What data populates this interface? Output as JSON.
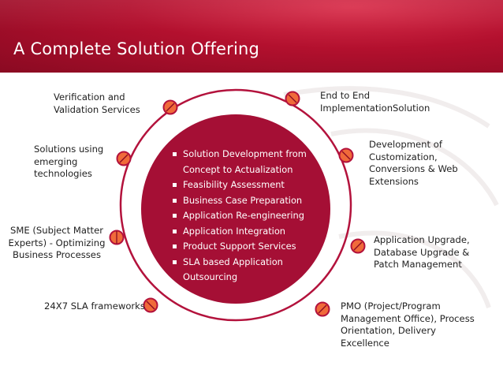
{
  "slide": {
    "title": "A Complete Solution Offering",
    "colors": {
      "banner": "#b3102e",
      "center_circle": "#a50f35",
      "ring": "#b3123c",
      "node_fill": "#f06a3a"
    }
  },
  "center": {
    "items": [
      "Solution Development from",
      "Concept to Actualization",
      "Feasibility Assessment",
      "Business Case Preparation",
      "Application Re-engineering",
      "Application Integration",
      "Product Support Services",
      "SLA based Application",
      "Outsourcing"
    ]
  },
  "nodes": {
    "verification": "Verification and\nValidation Services",
    "end_to_end": "End to End\nImplementationSolution",
    "emerging": "Solutions using\nemerging\ntechnologies",
    "customization": "Development of\nCustomization,\nConversions & Web\nExtensions",
    "sme": "SME (Subject Matter\nExperts) - Optimizing\nBusiness Processes",
    "upgrade": "Application Upgrade,\nDatabase Upgrade &\nPatch Management",
    "sla": "24X7 SLA frameworks",
    "pmo": "PMO (Project/Program\nManagement Office), Process\nOrientation, Delivery\nExcellence"
  }
}
